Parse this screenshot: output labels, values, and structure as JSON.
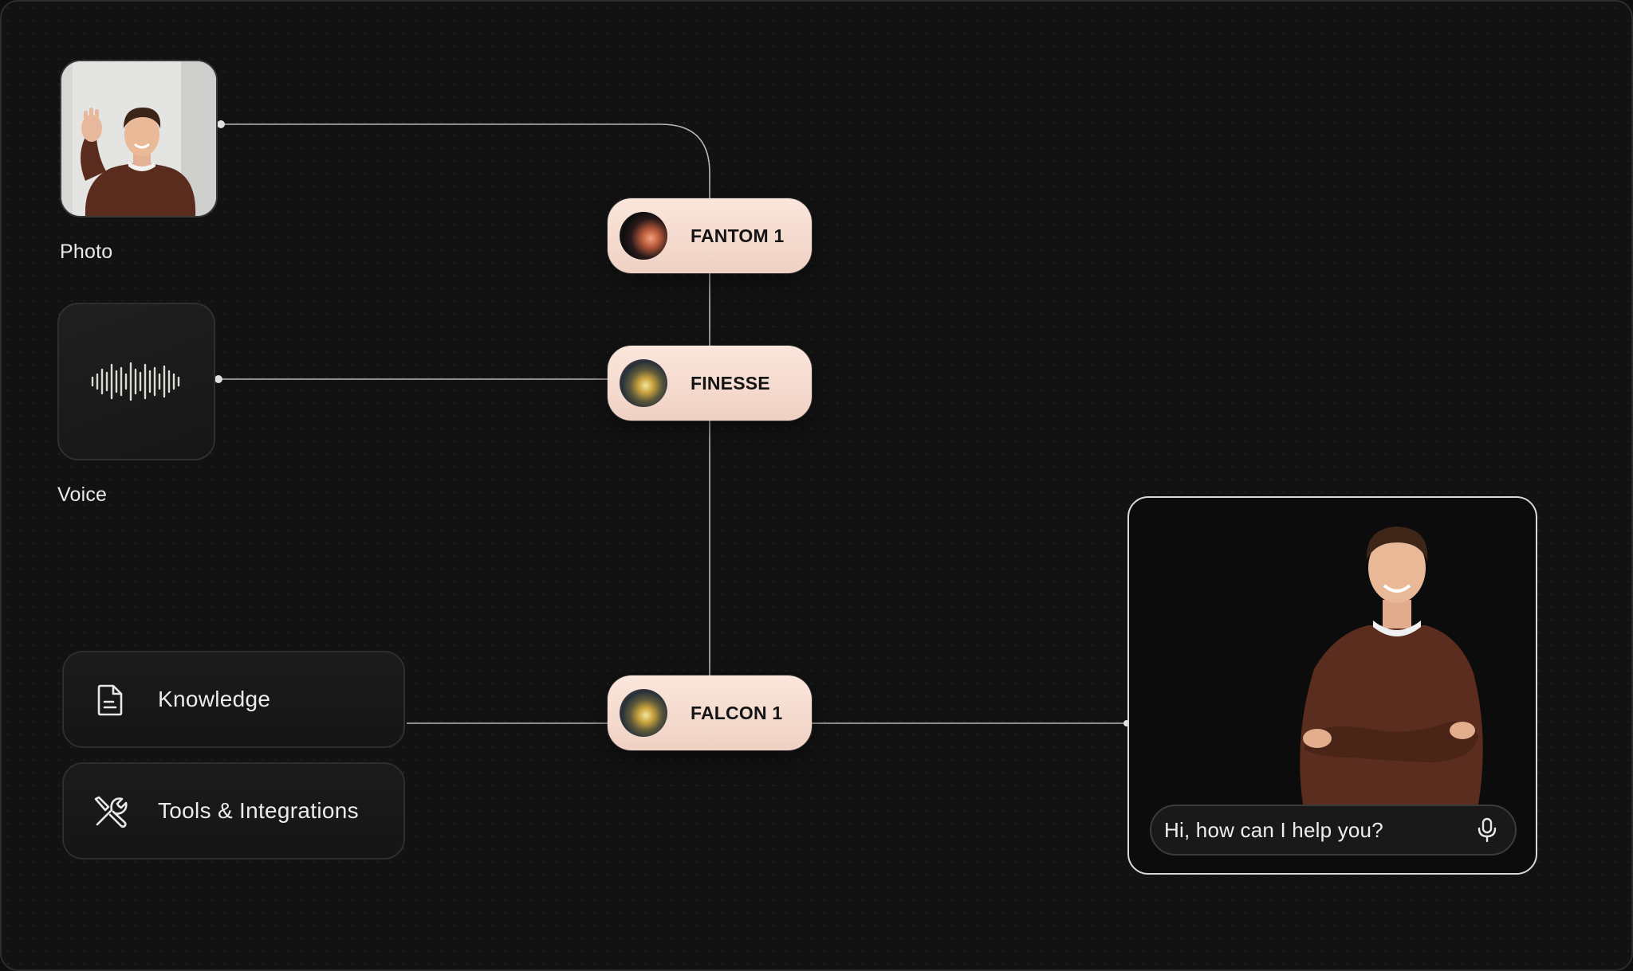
{
  "inputs": {
    "photo_label": "Photo",
    "voice_label": "Voice"
  },
  "models": [
    {
      "name": "FANTOM 1",
      "orb_icon": "orb-dark-icon"
    },
    {
      "name": "FINESSE",
      "orb_icon": "orb-gold-icon"
    },
    {
      "name": "FALCON 1",
      "orb_icon": "orb-gold-icon"
    }
  ],
  "resources": {
    "knowledge_label": "Knowledge",
    "knowledge_icon": "document-icon",
    "tools_label": "Tools & Integrations",
    "tools_icon": "tools-icon"
  },
  "output": {
    "chat_prompt": "Hi, how can I help you?",
    "chat_icon": "microphone-icon"
  },
  "colors": {
    "background": "#121212",
    "pill": "#f6dccf",
    "wire": "#d8d2cc"
  }
}
